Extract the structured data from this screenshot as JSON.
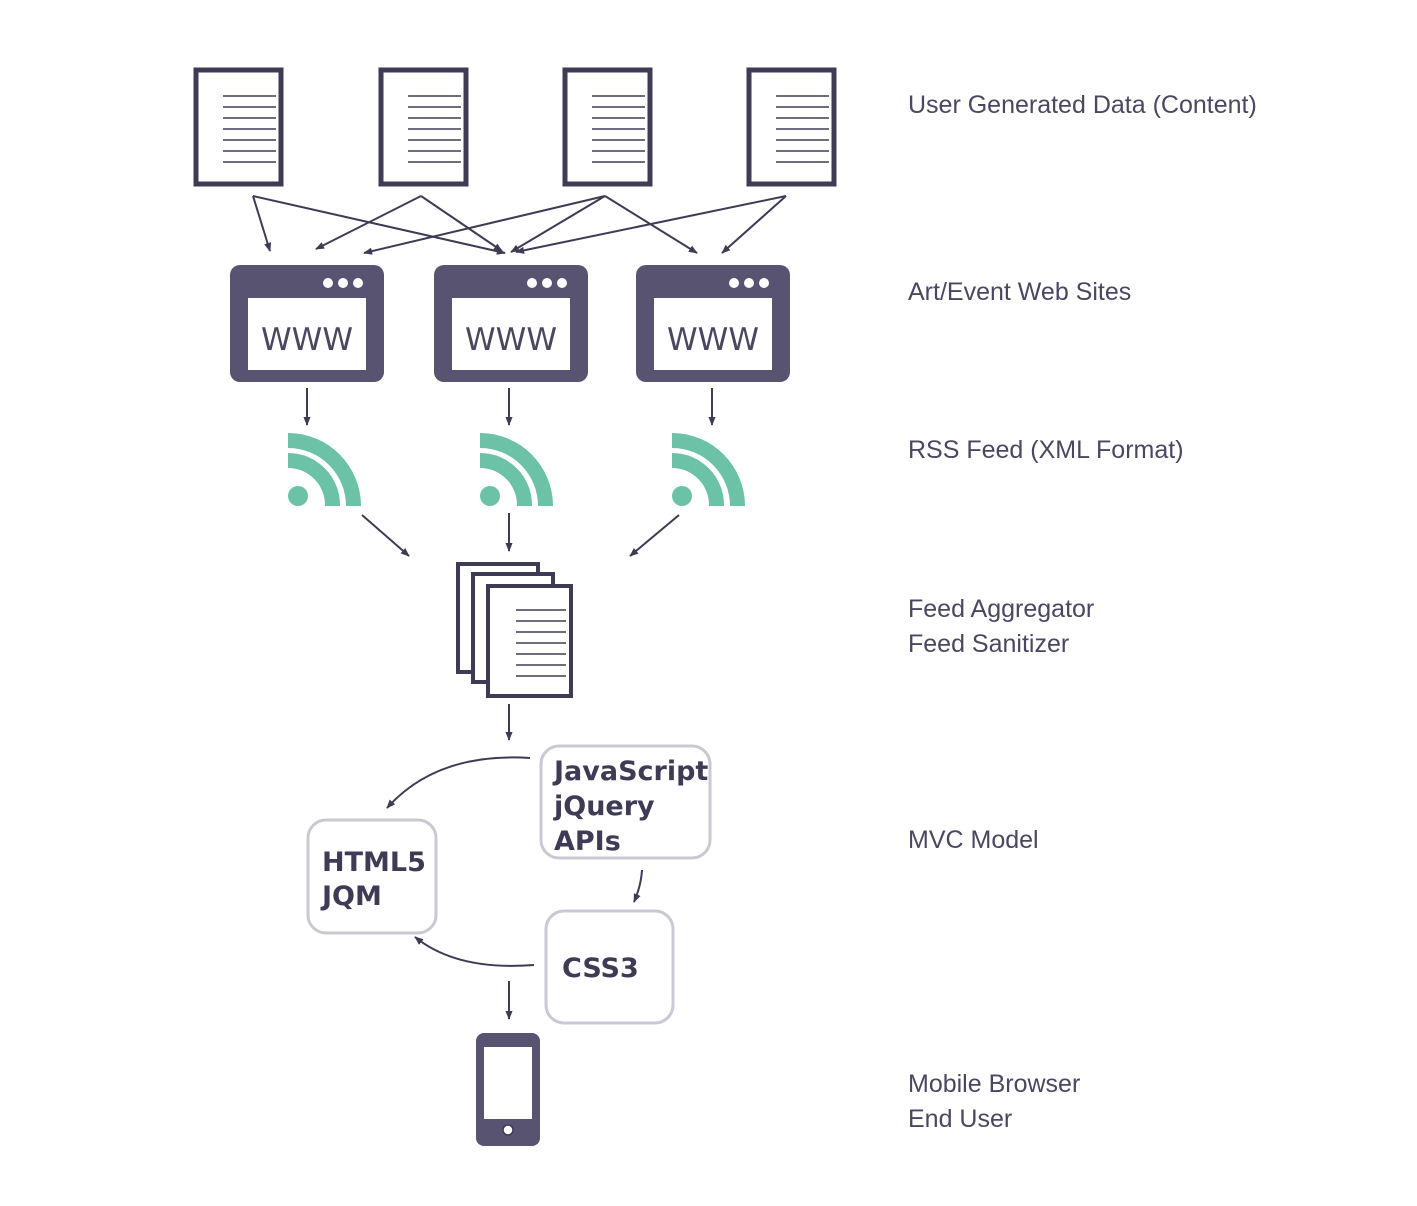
{
  "colors": {
    "dark": "#575370",
    "ink": "#3e3c55",
    "rss": "#6cc2a6",
    "box_border": "#c9c8d3",
    "background": "#ffffff"
  },
  "icons": {
    "document": "document-icon",
    "browser": "browser-window-icon",
    "rss": "rss-feed-icon",
    "stack": "document-stack-icon",
    "phone": "mobile-phone-icon"
  },
  "stages": {
    "content": "User Generated Data (Content)",
    "sites": "Art/Event Web Sites",
    "rss": "RSS Feed (XML Format)",
    "aggregator": [
      "Feed Aggregator",
      "Feed Sanitizer"
    ],
    "mvc": "MVC Model",
    "mobile": [
      "Mobile Browser",
      "End User"
    ]
  },
  "browser_text": "WWW",
  "mvc": {
    "controller": [
      "JavaScript",
      "jQuery",
      "APIs"
    ],
    "view": [
      "HTML5",
      "JQM"
    ],
    "style": [
      "CSS3"
    ]
  }
}
